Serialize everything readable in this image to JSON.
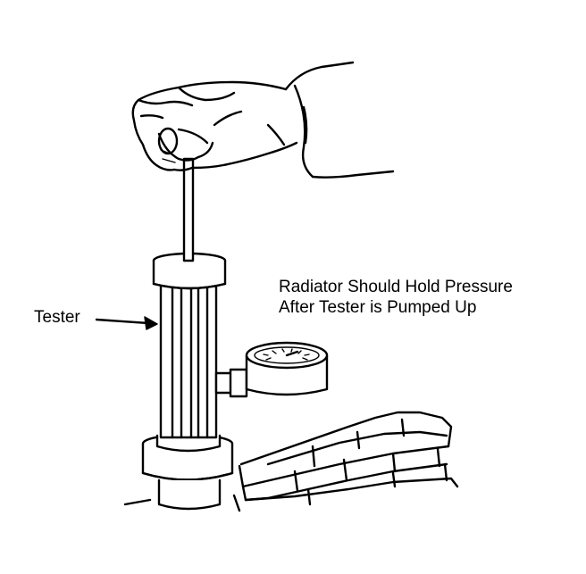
{
  "diagram": {
    "callout_label": "Tester",
    "note_line_1": "Radiator Should Hold Pressure",
    "note_line_2": "After Tester is Pumped Up",
    "ink_color": "#000000",
    "paper_color": "#ffffff"
  }
}
